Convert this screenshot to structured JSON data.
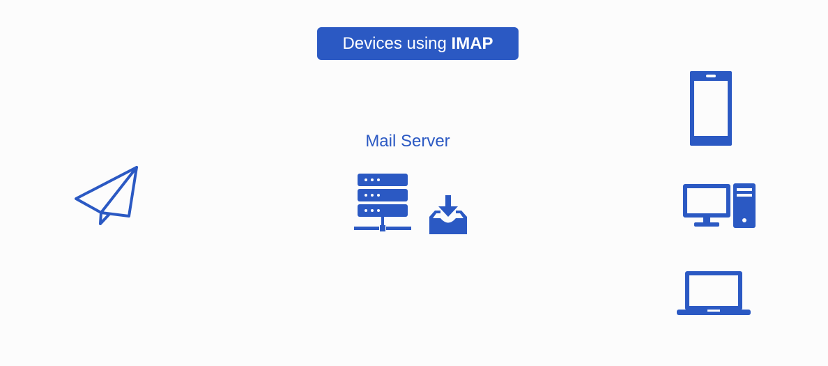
{
  "title": {
    "prefix": "Devices using ",
    "emphasis": "IMAP"
  },
  "server": {
    "label": "Mail Server"
  },
  "icons": {
    "sender": "paper-plane-icon",
    "server": "server-rack-icon",
    "inbox": "inbox-download-icon",
    "devices": [
      "smartphone-icon",
      "desktop-computer-icon",
      "laptop-icon"
    ]
  },
  "colors": {
    "accent": "#2b59c3",
    "background": "#fcfcfc"
  }
}
